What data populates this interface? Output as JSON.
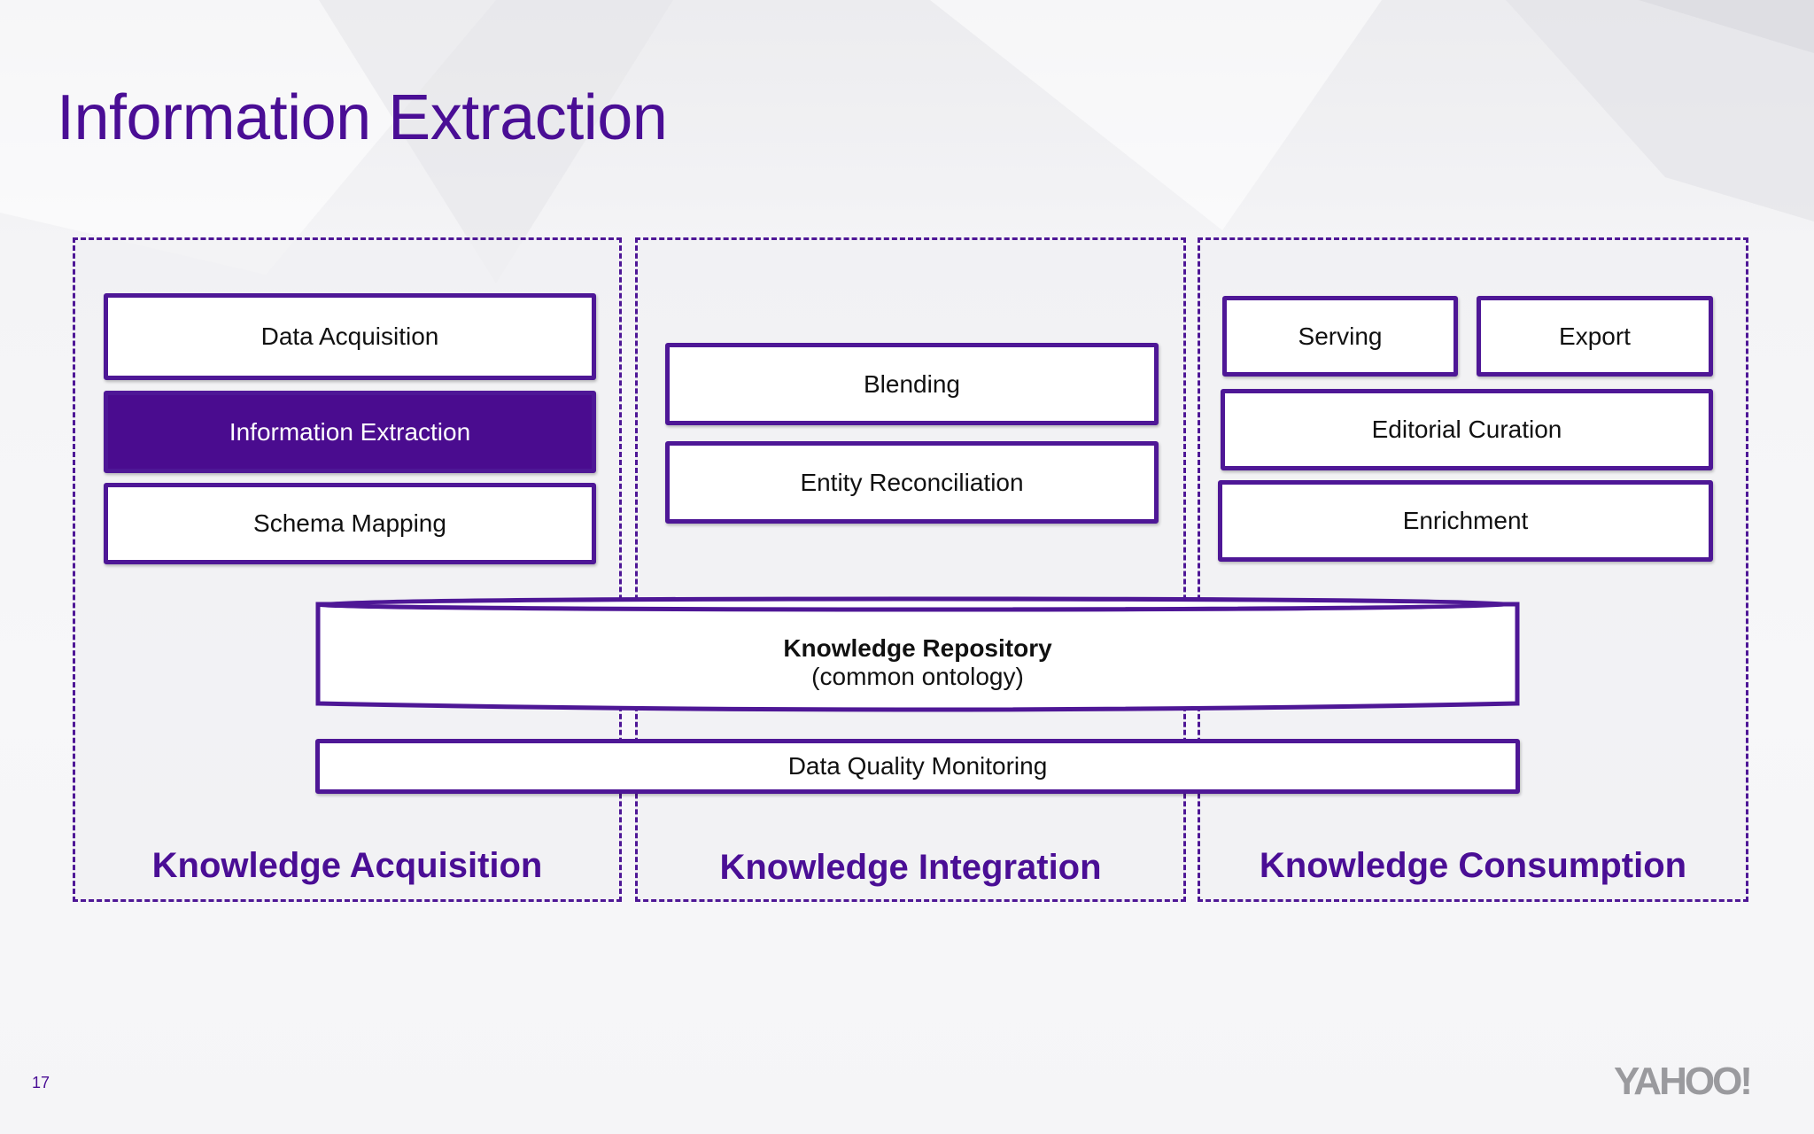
{
  "slide": {
    "title": "Information Extraction",
    "page_number": "17",
    "logo_text": "YAHOO!"
  },
  "columns": {
    "acquisition": {
      "label": "Knowledge Acquisition"
    },
    "integration": {
      "label": "Knowledge Integration"
    },
    "consumption": {
      "label": "Knowledge Consumption"
    }
  },
  "boxes": {
    "data_acquisition": "Data Acquisition",
    "information_extraction": "Information Extraction",
    "schema_mapping": "Schema Mapping",
    "blending": "Blending",
    "entity_reconciliation": "Entity Reconciliation",
    "serving": "Serving",
    "export": "Export",
    "editorial_curation": "Editorial Curation",
    "enrichment": "Enrichment",
    "data_quality_monitoring": "Data Quality Monitoring"
  },
  "repository": {
    "title": "Knowledge Repository",
    "subtitle": "(common ontology)"
  },
  "colors": {
    "accent": "#4a0c8f",
    "highlight_fill": "#4a0c8f",
    "box_fill": "#ffffff"
  }
}
